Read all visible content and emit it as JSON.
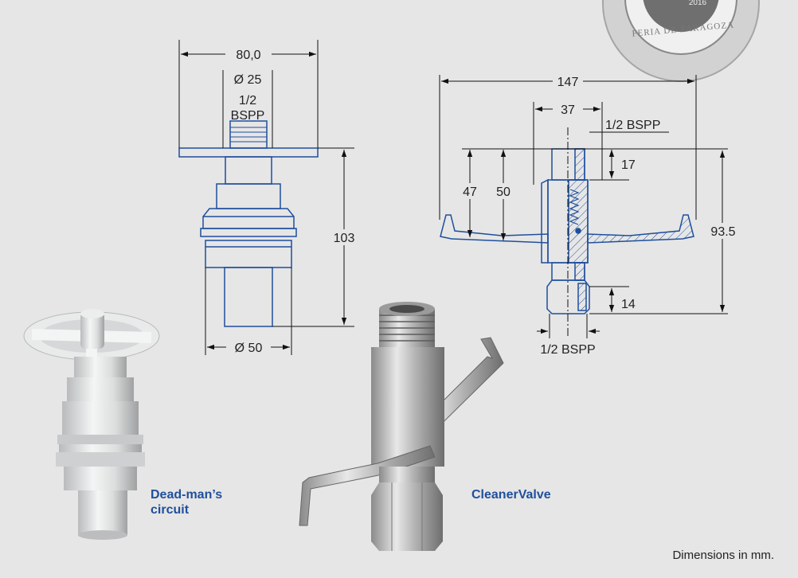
{
  "seal": {
    "text_lines": [
      "2016",
      "FERIA DE ZARAGOZA"
    ]
  },
  "left_drawing": {
    "width_label": "80,0",
    "thread_diameter_label": "Ø 25",
    "thread_label_line1": "1/2",
    "thread_label_line2": "BSPP",
    "height_label": "103",
    "base_diameter_label": "Ø 50"
  },
  "right_drawing": {
    "width_label": "147",
    "hub_width_label": "37",
    "top_thread_label": "1/2 BSPP",
    "top_thread_height_label": "17",
    "arm_height_left_label": "47",
    "arm_height_inner_label": "50",
    "total_height_label": "93.5",
    "bottom_thread_height_label": "14",
    "bottom_thread_label": "1/2 BSPP"
  },
  "products": [
    {
      "name_line1": "Dead-man’s",
      "name_line2": "circuit"
    },
    {
      "name_line1": "CleanerValve",
      "name_line2": ""
    }
  ],
  "footer_note": "Dimensions in mm.",
  "colors": {
    "background": "#e6e6e6",
    "drawing_line": "#1f4f9c",
    "caption": "#1f4f9c"
  }
}
